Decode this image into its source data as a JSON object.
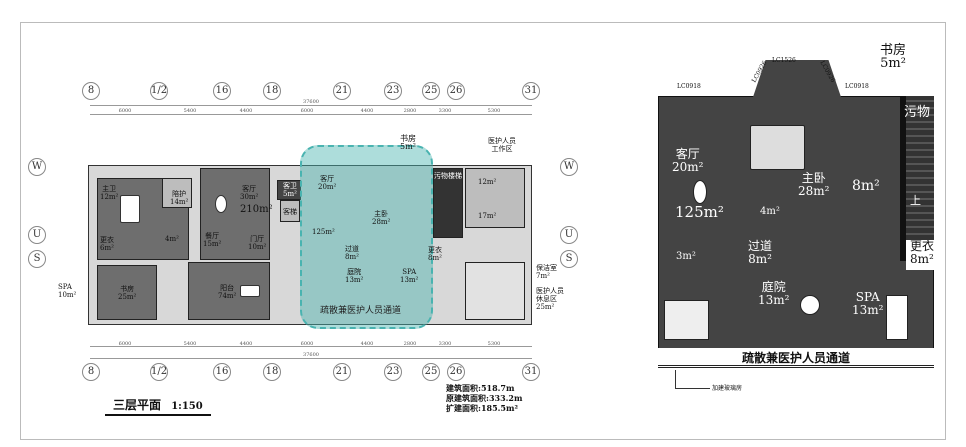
{
  "plan": {
    "title": "三层平面",
    "scale": "1:150",
    "axes_columns": [
      "8",
      "1/2",
      "16",
      "18",
      "21",
      "23",
      "25",
      "26",
      "31"
    ],
    "axes_rows": [
      "W",
      "U",
      "S"
    ],
    "total_dimension": "37600",
    "dimensions": [
      "6000",
      "5400",
      "4400",
      "6000",
      "4400",
      "2800",
      "3300",
      "5300"
    ],
    "rooms": {
      "master_bath": "主卫\n12m²",
      "care": "陪护\n14m²",
      "living": "客厅\n30m²",
      "area_210": "210m²",
      "guest_bath": "客卫\n5m²",
      "guest_elevator": "客梯",
      "dining": "餐厅\n15m²",
      "foyer": "门厅\n10m²",
      "small_4": "4m²",
      "dressing": "更衣\n6m²",
      "study": "书房\n25m²",
      "balcony": "阳台\n74m²",
      "dirt_stairs": "污物楼梯",
      "staff_work": "医护人员\n工作区",
      "r12": "12m²",
      "r17": "17m²",
      "spa": "SPA\n10m²",
      "cleaning": "保洁室\n7m²",
      "staff_rest": "医护人员\n休息区\n25m²",
      "study_5": "书房\n5m²",
      "corridor": "疏散兼医护人员通道",
      "dressing2": "更衣\n8m²"
    },
    "areas": {
      "building": "建筑面积:518.7m",
      "original": "原建筑面积:333.2m",
      "extension": "扩建面积:185.5m²"
    }
  },
  "detail": {
    "window_labels": [
      "LC0918",
      "LC1526",
      "LC0926",
      "LC0926",
      "LC0918"
    ],
    "study": "书房\n5m²",
    "living": "客厅\n20m²",
    "area_125": "125m²",
    "master_bedroom": "主卧\n28m²",
    "bath_8": "8m²",
    "r4": "4m²",
    "r3": "3m²",
    "corridor": "过道\n8m²",
    "courtyard": "庭院\n13m²",
    "spa": "SPA\n13m²",
    "dressing": "更衣\n8m²",
    "dirt": "污物",
    "stair_up": "上",
    "passage": "疏散兼医护人员通道",
    "note": "加建玻璃房"
  }
}
